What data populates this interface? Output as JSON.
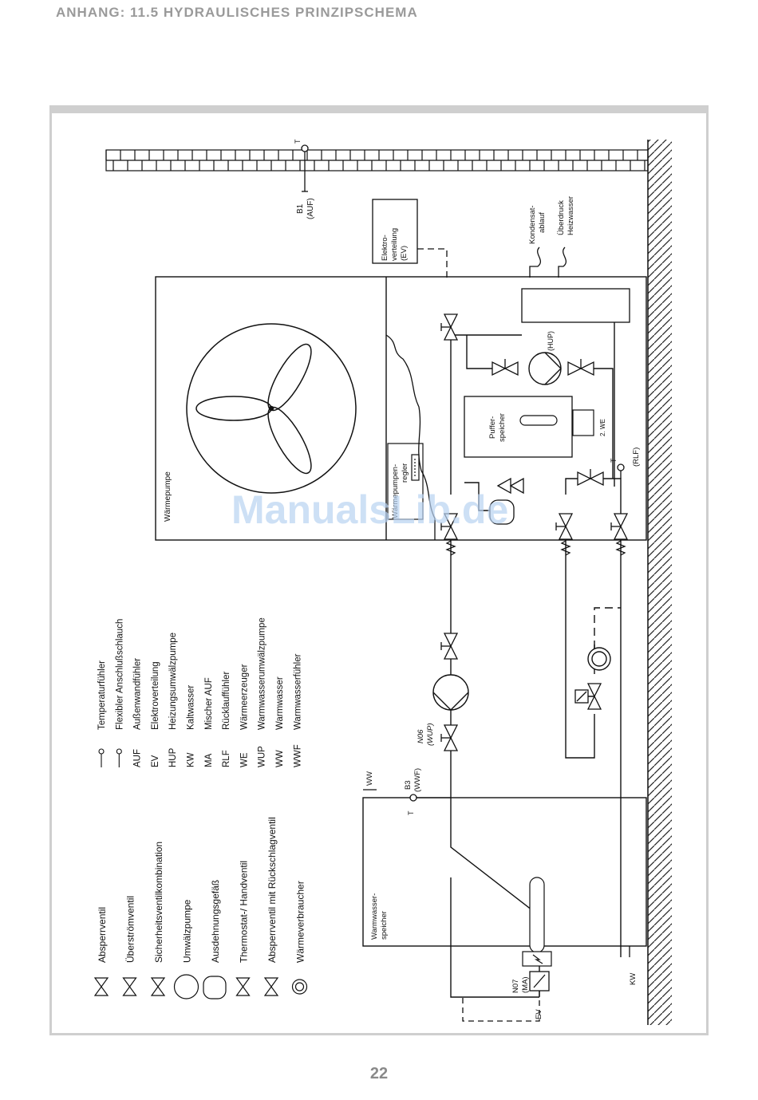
{
  "header": "ANHANG: 11.5 HYDRAULISCHES PRINZIPSCHEMA",
  "page_number": "22",
  "watermark": "ManualsLib.de",
  "legend_symbols": [
    {
      "icon": "absperrventil-icon",
      "label": "Absperrventil"
    },
    {
      "icon": "ueberstroemventil-icon",
      "label": "Überströmventil"
    },
    {
      "icon": "sicherheitsventil-icon",
      "label": "Sicherheitsventilkombination"
    },
    {
      "icon": "umwaelzpumpe-icon",
      "label": "Umwälzpumpe"
    },
    {
      "icon": "ausdehnungsgefaess-icon",
      "label": "Ausdehnungsgefäß"
    },
    {
      "icon": "thermostatventil-icon",
      "label": "Thermostat-/ Handventil"
    },
    {
      "icon": "rueckschlagventil-icon",
      "label": "Absperrventil mit Rückschlagventil"
    },
    {
      "icon": "waermeverbraucher-icon",
      "label": "Wärmeverbraucher"
    }
  ],
  "legend_abbrev": [
    {
      "abbr": "",
      "label": "Temperaturfühler"
    },
    {
      "abbr": "",
      "label": "Flexibler Anschlußschlauch"
    },
    {
      "abbr": "AUF",
      "label": "Außenwandfühler"
    },
    {
      "abbr": "EV",
      "label": "Elektroverteilung"
    },
    {
      "abbr": "HUP",
      "label": "Heizungsumwälzpumpe"
    },
    {
      "abbr": "KW",
      "label": "Kaltwasser"
    },
    {
      "abbr": "MA",
      "label": "Mischer AUF"
    },
    {
      "abbr": "RLF",
      "label": "Rücklauffühler"
    },
    {
      "abbr": "WE",
      "label": "Wärmeerzeuger"
    },
    {
      "abbr": "WUP",
      "label": "Warmwasserumwälzpumpe"
    },
    {
      "abbr": "WW",
      "label": "Warmwasser"
    },
    {
      "abbr": "WWF",
      "label": "Warmwasserfühler"
    }
  ],
  "labels": {
    "b1": "B1",
    "auf": "(AUF)",
    "t": "T",
    "elektro1": "Elektro-",
    "elektro2": "verteilung",
    "elektro3": "(EV)",
    "kondensat1": "Kondensat-",
    "kondensat2": "ablauf",
    "ueberdruck1": "Überdruck",
    "ueberdruck2": "Heizwasser",
    "hup": "(HUP)",
    "puffer1": "Puffer-",
    "puffer2": "speicher",
    "we": "2. WE",
    "rlf": "(RLF)",
    "waermepumpe": "Wärmepumpe",
    "regler1": "Wärmepumpen-",
    "regler2": "regler",
    "ww": "WW",
    "b3": "B3",
    "wwf": "(WWF)",
    "n06": "N06",
    "wup": "(WUP)",
    "ws1": "Warmwasser-",
    "ws2": "speicher",
    "n07": "N07",
    "ma": "(MA)",
    "ev": "EV",
    "kw": "KW"
  }
}
